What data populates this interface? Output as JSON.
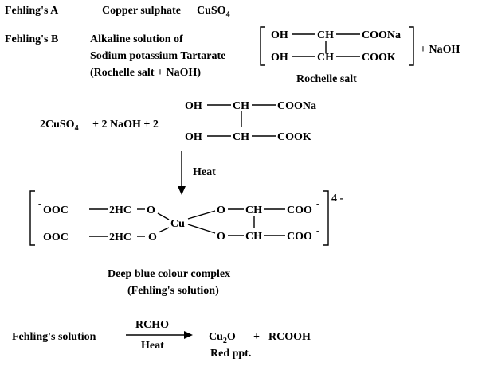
{
  "reagents": {
    "a": {
      "label": "Fehling's A",
      "name": "Copper sulphate",
      "formula": "CuSO",
      "formula_sub": "4"
    },
    "b": {
      "label": "Fehling's B",
      "desc_line1": "Alkaline solution of",
      "desc_line2": "Sodium potassium Tartarate",
      "desc_line3": "(Rochelle salt + NaOH)",
      "plus_naoh": "+ NaOH",
      "caption": "Rochelle salt"
    }
  },
  "rochelle_salt": {
    "row1": {
      "group": "OH",
      "ch": "CH",
      "end": "COONa"
    },
    "row2": {
      "group": "OH",
      "ch": "CH",
      "end": "COOK"
    }
  },
  "reaction1": {
    "prefix": "2CuSO",
    "sub": "4",
    "middle": "+ 2  NaOH + 2",
    "row1": {
      "group": "OH",
      "ch": "CH",
      "end": "COONa"
    },
    "row2": {
      "group": "OH",
      "ch": "CH",
      "end": "COOK"
    },
    "condition": "Heat"
  },
  "complex": {
    "charge": "4 -",
    "left_row1": {
      "charge": "-",
      "carboxylate": "OOC",
      "hc": "2HC",
      "o": "O"
    },
    "left_row2": {
      "charge": "-",
      "carboxylate": "OOC",
      "hc": "2HC",
      "o": "O"
    },
    "metal": "Cu",
    "right_row1": {
      "o": "O",
      "ch": "CH",
      "coo": "COO",
      "charge": "-"
    },
    "right_row2": {
      "o": "O",
      "ch": "CH",
      "coo": "COO",
      "charge": "-"
    },
    "caption_line1": "Deep blue colour complex",
    "caption_line2": "(Fehling's solution)"
  },
  "reaction2": {
    "reactant": "Fehling's solution",
    "reagent": "RCHO",
    "condition": "Heat",
    "product1": "Cu",
    "product1_sub": "2",
    "product1_tail": "O",
    "plus": "+",
    "product2": "RCOOH",
    "product1_note": "Red ppt."
  }
}
